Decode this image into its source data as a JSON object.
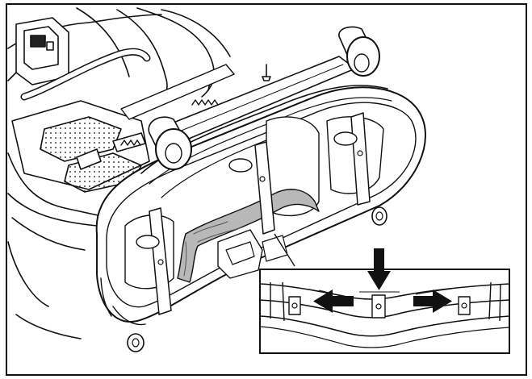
{
  "figure": {
    "description_visible_text": "",
    "colors": {
      "ink": "#111111",
      "paper": "#ffffff",
      "belt_fill": "#b8b8b8",
      "shade": "#d9d9d9",
      "arrow": "#111111"
    },
    "inset": {
      "arrows": [
        "arrow-down",
        "arrow-left",
        "arrow-right"
      ]
    }
  }
}
